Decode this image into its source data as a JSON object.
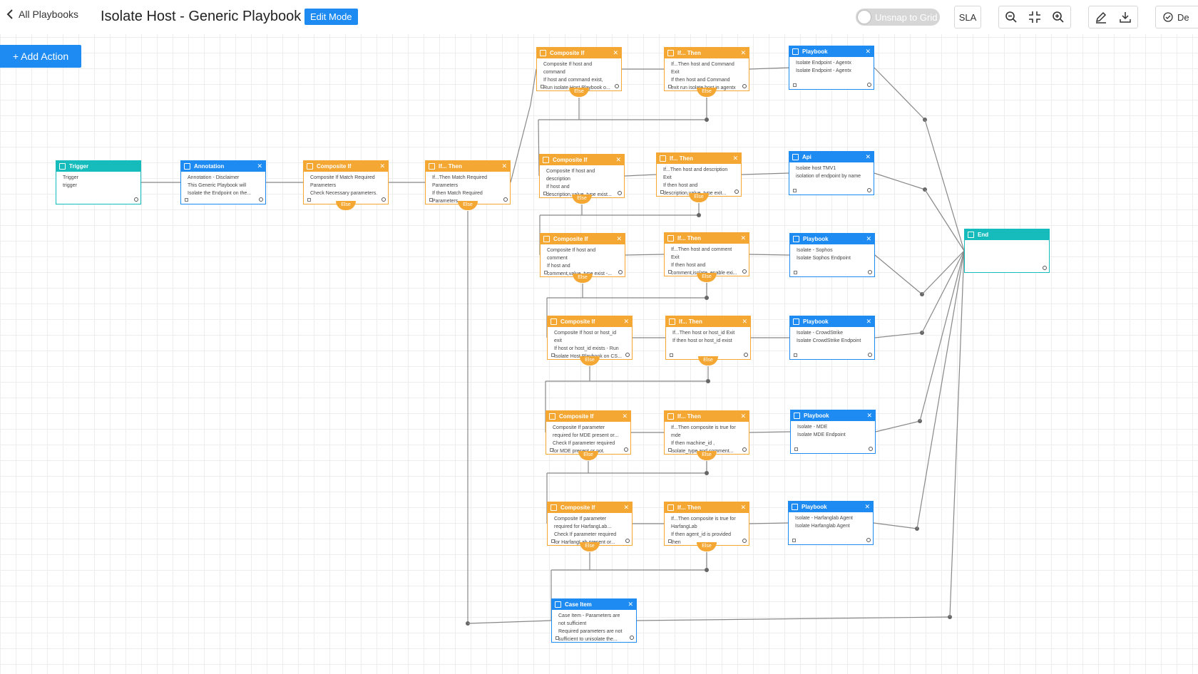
{
  "header": {
    "back_label": "All Playbooks",
    "title": "Isolate Host - Generic Playbook",
    "mode_badge": "Edit Mode",
    "unsnap_label": "Unsnap to Grid",
    "sla_label": "SLA",
    "delete_label": "De"
  },
  "add_action_label": "+ Add Action",
  "colors": {
    "primary": "#1d8bf1",
    "condition": "#f4a732",
    "terminal": "#16bcbc",
    "edge": "#888888"
  },
  "nodes": [
    {
      "type": "Trigger",
      "l1": "Trigger",
      "l2": "trigger",
      "l3": "",
      "l4": ""
    },
    {
      "type": "Annotation",
      "l1": "Annotation - Disclaimer",
      "l2": "This Generic Playbook will",
      "l3": "Isolate the Endpoint on the...",
      "l4": ""
    },
    {
      "type": "Composite If",
      "l1": "Composite If Match Required",
      "l2": "Parameters",
      "l3": "Check Necessary parameters.",
      "l4": "",
      "else": "Else"
    },
    {
      "type": "If... Then",
      "l1": "If...Then Match Required",
      "l2": "Parameters",
      "l3": "If then Match Required",
      "l4": "Parameters",
      "else": "Else"
    },
    {
      "type": "Composite If",
      "l1": "Composite If host and",
      "l2": "command",
      "l3": "If host and command exist,",
      "l4": "Run isolate Host Playbook o...",
      "else": "Else"
    },
    {
      "type": "If... Then",
      "l1": "If...Then host and Command",
      "l2": "Exit",
      "l3": "If then host and Command",
      "l4": "exit run isolate host in agentx",
      "else": "Else"
    },
    {
      "type": "Playbook",
      "l1": "Isolate Endpoint - Agentx",
      "l2": "Isolate Endpoint - Agentx",
      "l3": "",
      "l4": ""
    },
    {
      "type": "Composite If",
      "l1": "Composite If host and",
      "l2": "description",
      "l3": "If host and",
      "l4": "description,value_type exist...",
      "else": "Else"
    },
    {
      "type": "If... Then",
      "l1": "If...Then host and description",
      "l2": "Exit",
      "l3": "If then host and",
      "l4": "description,value_type exit...",
      "else": "Else"
    },
    {
      "type": "Api",
      "l1": "Isolate host TMV1",
      "l2": "isolation of endpoint by name",
      "l3": "",
      "l4": ""
    },
    {
      "type": "Composite If",
      "l1": "Composite If host and",
      "l2": "comment",
      "l3": "If host and",
      "l4": "comment,value_type exist -...",
      "else": "Else"
    },
    {
      "type": "If... Then",
      "l1": "If...Then host and comment",
      "l2": "Exit",
      "l3": "If then host and",
      "l4": "comment,isolate_enable exi...",
      "else": "Else"
    },
    {
      "type": "Playbook",
      "l1": "Isolate - Sophos",
      "l2": "Isolate Sophos Endpoint",
      "l3": "",
      "l4": ""
    },
    {
      "type": "Composite If",
      "l1": "Composite If host or host_id",
      "l2": "exit",
      "l3": "If host or host_id exists - Run",
      "l4": "Isolate Host Playbook on CS...",
      "else": "Else"
    },
    {
      "type": "If... Then",
      "l1": "If...Then host or host_id Exit",
      "l2": "If then host or host_id exist",
      "l3": "",
      "l4": "",
      "else": "Else"
    },
    {
      "type": "Playbook",
      "l1": "Isolate - CrowdStrike",
      "l2": "Isolate CrowdStrike Endpoint",
      "l3": "",
      "l4": ""
    },
    {
      "type": "Composite If",
      "l1": "Composite If parameter",
      "l2": "required for MDE present or...",
      "l3": "Check If parameter required",
      "l4": "for MDE present or not.",
      "else": "Else"
    },
    {
      "type": "If... Then",
      "l1": "If...Then composite is true for",
      "l2": "mde",
      "l3": "If then machine_id ,",
      "l4": "isolate_type and comment...",
      "else": "Else"
    },
    {
      "type": "Playbook",
      "l1": "Isolate - MDE",
      "l2": "Isolate MDE Endpoint",
      "l3": "",
      "l4": ""
    },
    {
      "type": "Composite If",
      "l1": "Composite If parameter",
      "l2": "required for HarfangLab...",
      "l3": "Check If parameter required",
      "l4": "for HarfangLab present or...",
      "else": "Else"
    },
    {
      "type": "If... Then",
      "l1": "If...Then composite is true for",
      "l2": "HarfangLab",
      "l3": "If then agent_id is provided",
      "l4": "then",
      "else": "Else"
    },
    {
      "type": "Playbook",
      "l1": "Isolate - Harfanglab Agent",
      "l2": "Isolate Harfanglab Agent",
      "l3": "",
      "l4": ""
    },
    {
      "type": "Case Item",
      "l1": "Case Item - Parameters are",
      "l2": "not sufficient",
      "l3": "Required parameters are not",
      "l4": "sufficient to unisolate the..."
    },
    {
      "type": "End",
      "l1": "",
      "l2": "",
      "l3": "",
      "l4": ""
    }
  ]
}
